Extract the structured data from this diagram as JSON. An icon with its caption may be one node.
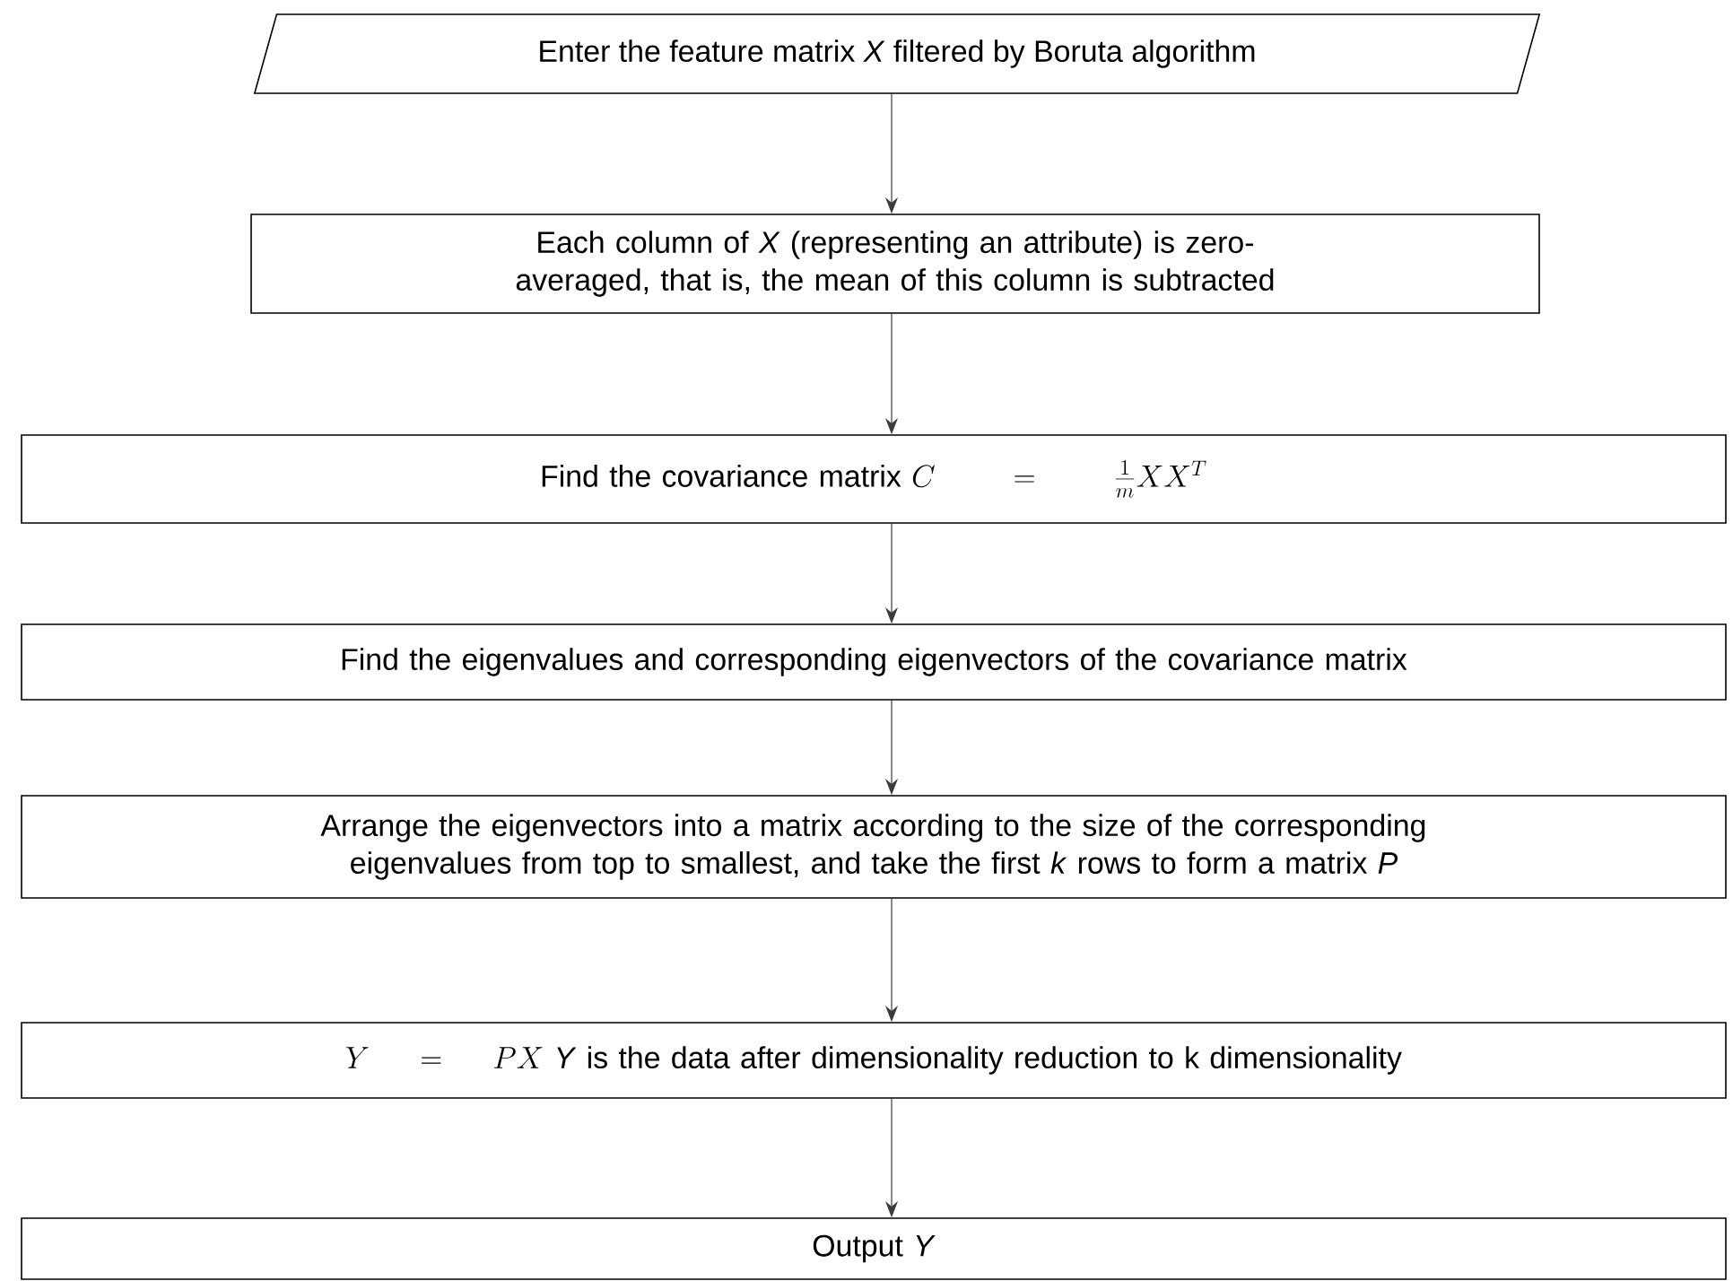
{
  "diagram": {
    "nodes": [
      {
        "text": [
          "Enter the feature matrix *X* filtered by Boruta algorithm"
        ]
      },
      {
        "text": [
          "Each column of *X* (representing an attribute) is zero-averaged, that is, the mean of this column is subtracted"
        ]
      },
      {
        "text": [
          "Find the covariance matrix",
          "C=\\frac{1}{m}XX^{T}"
        ]
      },
      {
        "text": [
          "Find the eigenvalues and corresponding eigenvectors of the covariance matrix"
        ]
      },
      {
        "text": [
          "Arrange the eigenvectors into a matrix according to the size of the corresponding eigenvalues from top to smallest, and take the first *k* rows to form a matrix *P*"
        ]
      },
      {
        "text": [
          "Y=PX",
          "*Y* is the data after dimensionality reduction to k dimensionality"
        ]
      },
      {
        "text": [
          "Output *Y*"
        ]
      }
    ],
    "edges": [
      {
        "from": 0,
        "to": 1,
        "arrow": "to"
      },
      {
        "from": 1,
        "to": 2,
        "arrow": "to"
      },
      {
        "from": 2,
        "to": 3,
        "arrow": "to"
      },
      {
        "from": 3,
        "to": 4,
        "arrow": "to"
      },
      {
        "from": 4,
        "to": 5,
        "arrow": "to"
      },
      {
        "from": 5,
        "to": 6,
        "arrow": "to"
      }
    ]
  }
}
